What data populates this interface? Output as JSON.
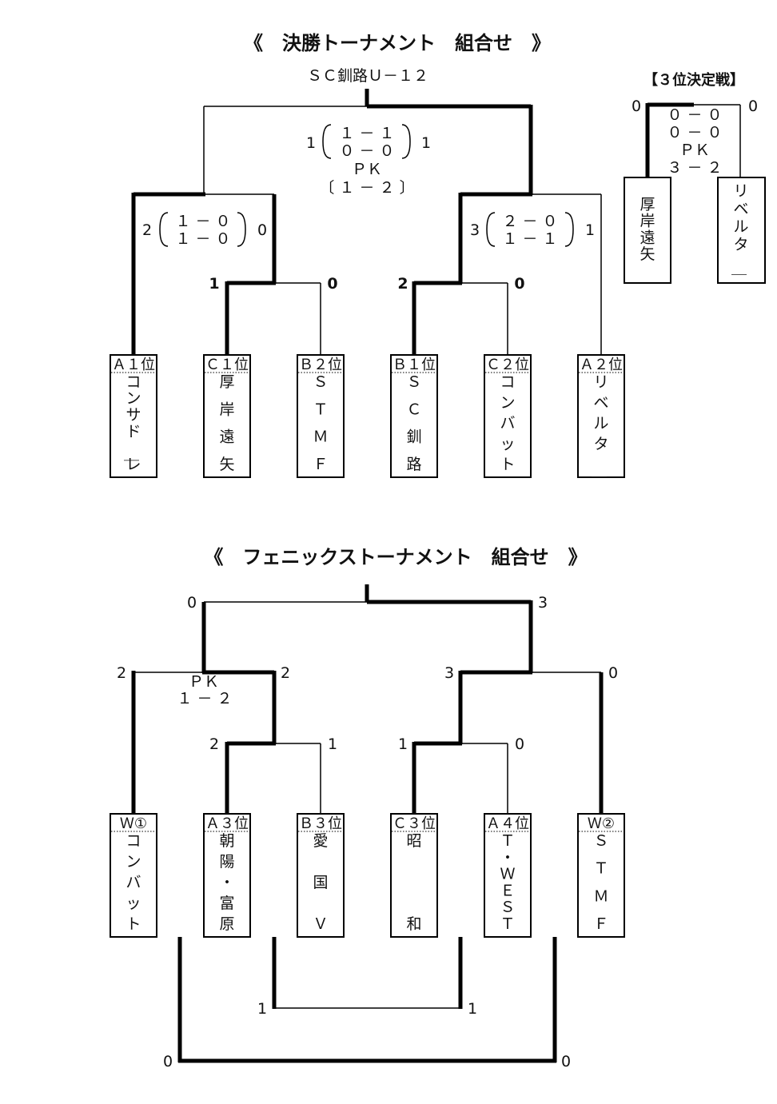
{
  "final": {
    "title": "《　決勝トーナメント　組合せ　》",
    "champion": "ＳＣ釧路Ｕ－１２",
    "teams": [
      {
        "rank": "Ａ１位",
        "name": "コンサドーレ"
      },
      {
        "rank": "Ｃ１位",
        "name": "厚岸遠矢"
      },
      {
        "rank": "Ｂ２位",
        "name": "ＳＴＭＦ"
      },
      {
        "rank": "Ｂ１位",
        "name": "ＳＣ釧路"
      },
      {
        "rank": "Ｃ２位",
        "name": "コンバット"
      },
      {
        "rank": "Ａ２位",
        "name": "リベルター"
      }
    ],
    "qf_left": {
      "left": "1",
      "right": "0"
    },
    "qf_right": {
      "left": "2",
      "right": "0"
    },
    "sf_left": {
      "left": "2",
      "right": "0",
      "h1": "１ － ０",
      "h2": "１ － ０"
    },
    "sf_right": {
      "left": "3",
      "right": "1",
      "h1": "２ － ０",
      "h2": "１ － １"
    },
    "final_match": {
      "left": "1",
      "right": "1",
      "h1": "１ － １",
      "h2": "０ － ０",
      "pk_label": "ＰＫ",
      "pk": "〔 １ － ２ 〕"
    }
  },
  "third": {
    "title": "【３位決定戦】",
    "left_score": "0",
    "right_score": "0",
    "h1": "０ － ０",
    "h2": "０ － ０",
    "pk_label": "ＰＫ",
    "pk": "３ － ２",
    "team_left": "厚岸遠矢",
    "team_right": "リベルター"
  },
  "phoenix": {
    "title": "《　フェニックストーナメント　組合せ　》",
    "teams": [
      {
        "rank": "Ｗ①",
        "name": "コンバット"
      },
      {
        "rank": "Ａ３位",
        "name": "朝陽・富原"
      },
      {
        "rank": "Ｂ３位",
        "name": "愛国Ｖ"
      },
      {
        "rank": "Ｃ３位",
        "name": "昭和"
      },
      {
        "rank": "Ａ４位",
        "name": "Ｔ・ＷＥＳＴ"
      },
      {
        "rank": "Ｗ②",
        "name": "ＳＴＭＦ"
      }
    ],
    "final_match": {
      "left": "0",
      "right": "3"
    },
    "sf_left": {
      "left": "2",
      "right": "2",
      "pk_label": "ＰＫ",
      "pk": "１ － ２"
    },
    "sf_right": {
      "left": "3",
      "right": "0"
    },
    "qf_left": {
      "left": "2",
      "right": "1"
    },
    "qf_right": {
      "left": "1",
      "right": "0"
    },
    "place_mid": {
      "left": "1",
      "right": "1"
    },
    "place_outer": {
      "left": "0",
      "right": "0"
    }
  }
}
